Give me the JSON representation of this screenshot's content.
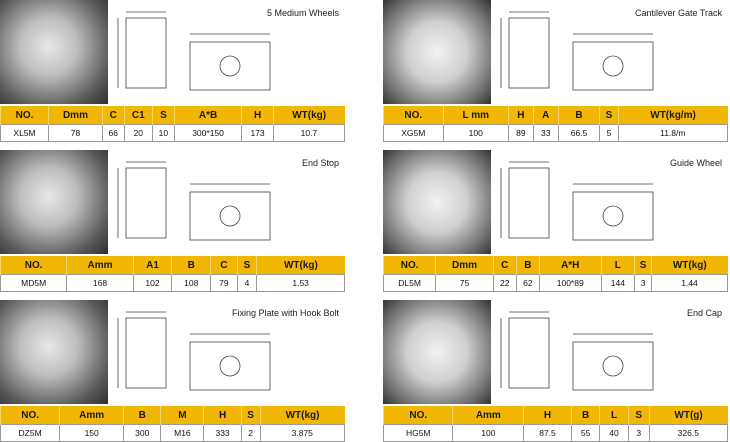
{
  "colors": {
    "header": "#f2b705"
  },
  "panels": [
    {
      "id": "medium-wheels",
      "title": "5 Medium Wheels",
      "headers": [
        "NO.",
        "Dmm",
        "C",
        "C1",
        "S",
        "A*B",
        "H",
        "WT(kg)"
      ],
      "values": [
        "XL5M",
        "78",
        "66",
        "20",
        "10",
        "300*150",
        "173",
        "10.7"
      ]
    },
    {
      "id": "gate-track",
      "title": "Cantilever Gate Track",
      "headers": [
        "NO.",
        "L mm",
        "H",
        "A",
        "B",
        "S",
        "WT(kg/m)"
      ],
      "values": [
        "XG5M",
        "100",
        "89",
        "33",
        "66.5",
        "5",
        "11.8/m"
      ]
    },
    {
      "id": "end-stop",
      "title": "End Stop",
      "headers": [
        "NO.",
        "Amm",
        "A1",
        "B",
        "C",
        "S",
        "WT(kg)"
      ],
      "values": [
        "MD5M",
        "168",
        "102",
        "108",
        "79",
        "4",
        "1.53"
      ]
    },
    {
      "id": "guide-wheel",
      "title": "Guide Wheel",
      "headers": [
        "NO.",
        "Dmm",
        "C",
        "B",
        "A*H",
        "L",
        "S",
        "WT(kg)"
      ],
      "values": [
        "DL5M",
        "75",
        "22",
        "62",
        "100*89",
        "144",
        "3",
        "1.44"
      ]
    },
    {
      "id": "fixing-plate",
      "title": "Fixing Plate with Hook Bolt",
      "headers": [
        "NO.",
        "Amm",
        "B",
        "M",
        "H",
        "S",
        "WT(kg)"
      ],
      "values": [
        "DZ5M",
        "150",
        "300",
        "M16",
        "333",
        "2",
        "3.875"
      ]
    },
    {
      "id": "end-cap",
      "title": "End Cap",
      "headers": [
        "NO.",
        "Amm",
        "H",
        "B",
        "L",
        "S",
        "WT(g)"
      ],
      "values": [
        "HG5M",
        "100",
        "87.5",
        "55",
        "40",
        "3",
        "326.5"
      ]
    }
  ]
}
